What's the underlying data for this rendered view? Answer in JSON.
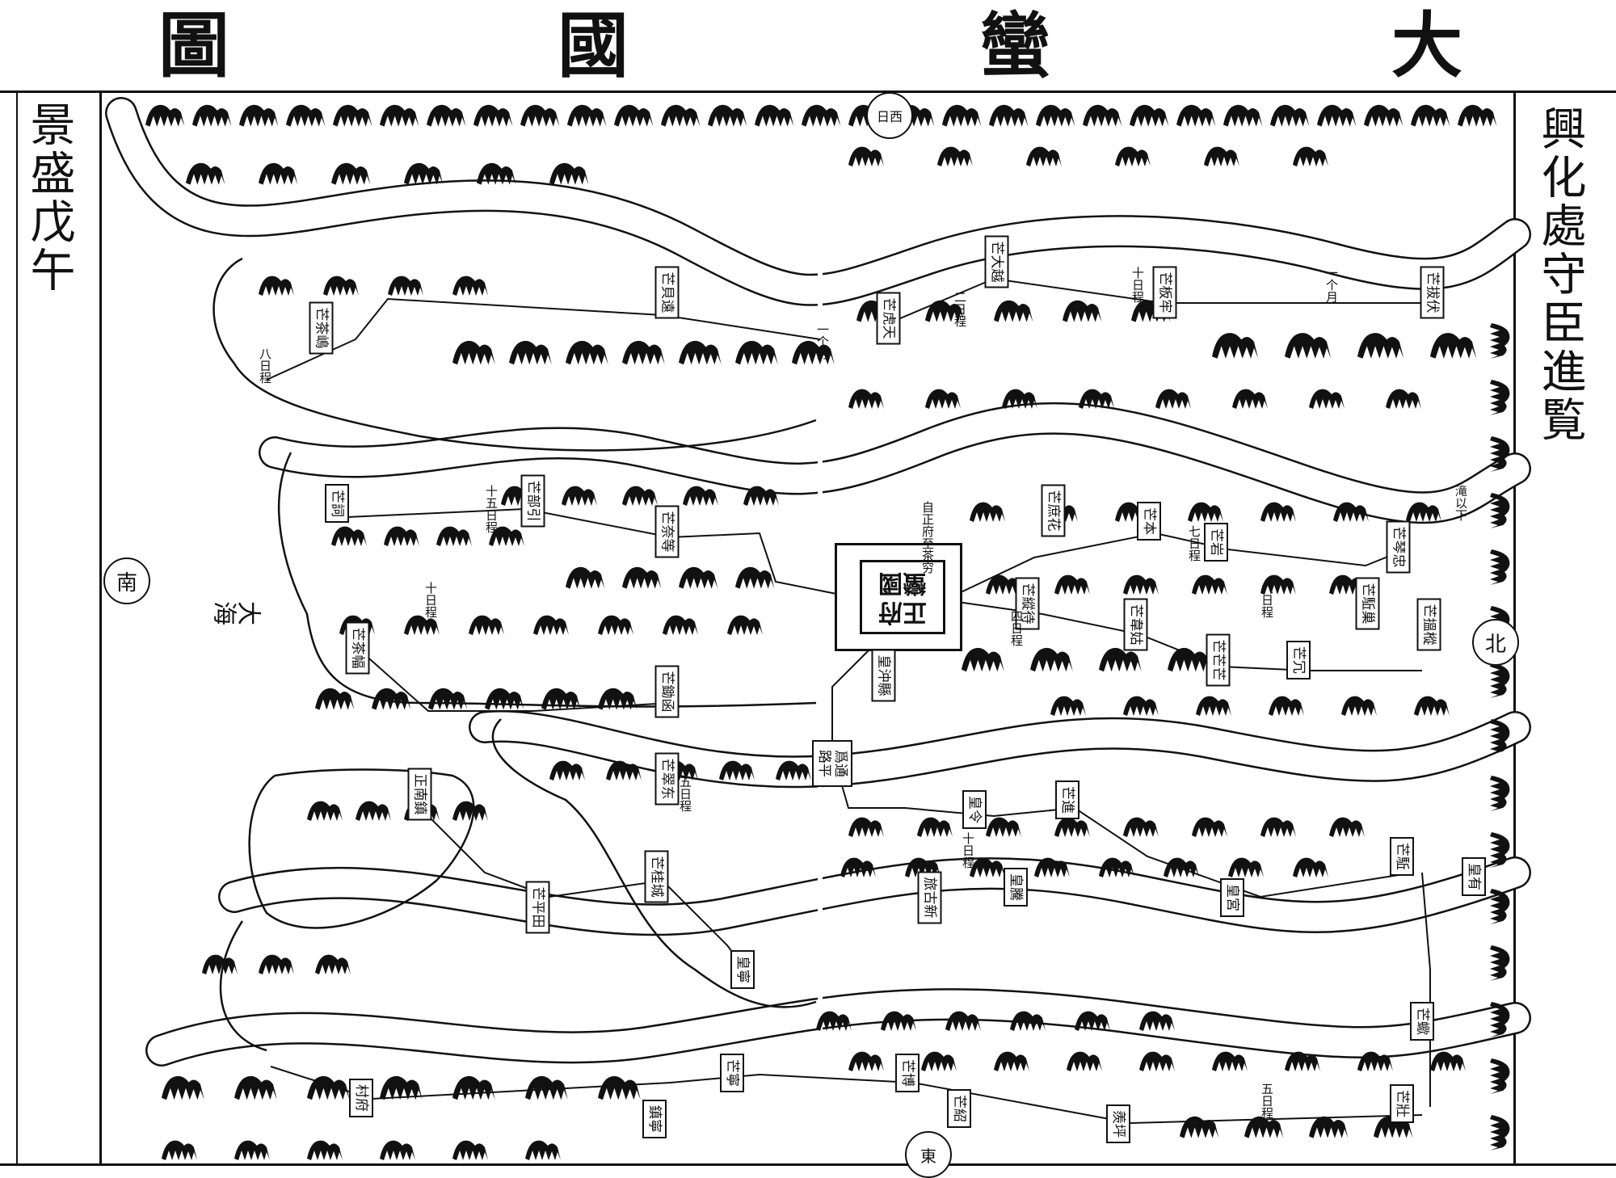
{
  "title": {
    "chars": [
      "大",
      "蠻",
      "國",
      "圖"
    ]
  },
  "left_margin_text": "景盛戊午",
  "right_margin_text": "興化處守臣進覧",
  "capital": {
    "line1": "正府",
    "line2": "蠻國"
  },
  "sea_label": "大海",
  "compass": {
    "left": "南",
    "right": "北",
    "top": "日西",
    "bottom": "東"
  },
  "places": [
    "芒茶嶋",
    "芒貝遠",
    "芒虎天",
    "芒大越",
    "芒板牢",
    "芒拔伏",
    "芒詞",
    "芒部引",
    "芒奈等",
    "芒庶花",
    "芒本",
    "芒岩",
    "芒琴忠",
    "芒駈巢",
    "芒縱待",
    "芒韋姑",
    "芒芒芒",
    "芒冗",
    "芒搵樅",
    "芒茶幅",
    "芒鋤函",
    "皇沖縣",
    "正南鎮",
    "芒翠东",
    "爲通路平",
    "皇令",
    "芒進",
    "芒駈",
    "皇有",
    "芒桂城",
    "芒平田",
    "皇騰",
    "旅古新",
    "皇宮",
    "皇寧",
    "芒寧",
    "村府",
    "鎮寧",
    "芒博",
    "芒紹",
    "羨坪",
    "芒壯",
    "芒蠍"
  ],
  "notes": [
    "一个月",
    "十日程",
    "八日程",
    "二日程",
    "十五日程",
    "五日程",
    "七日程",
    "一个月",
    "自正府至茶穷",
    "十日程",
    "四日程",
    "滝以下",
    "六日程",
    "十日程",
    "五日程"
  ]
}
